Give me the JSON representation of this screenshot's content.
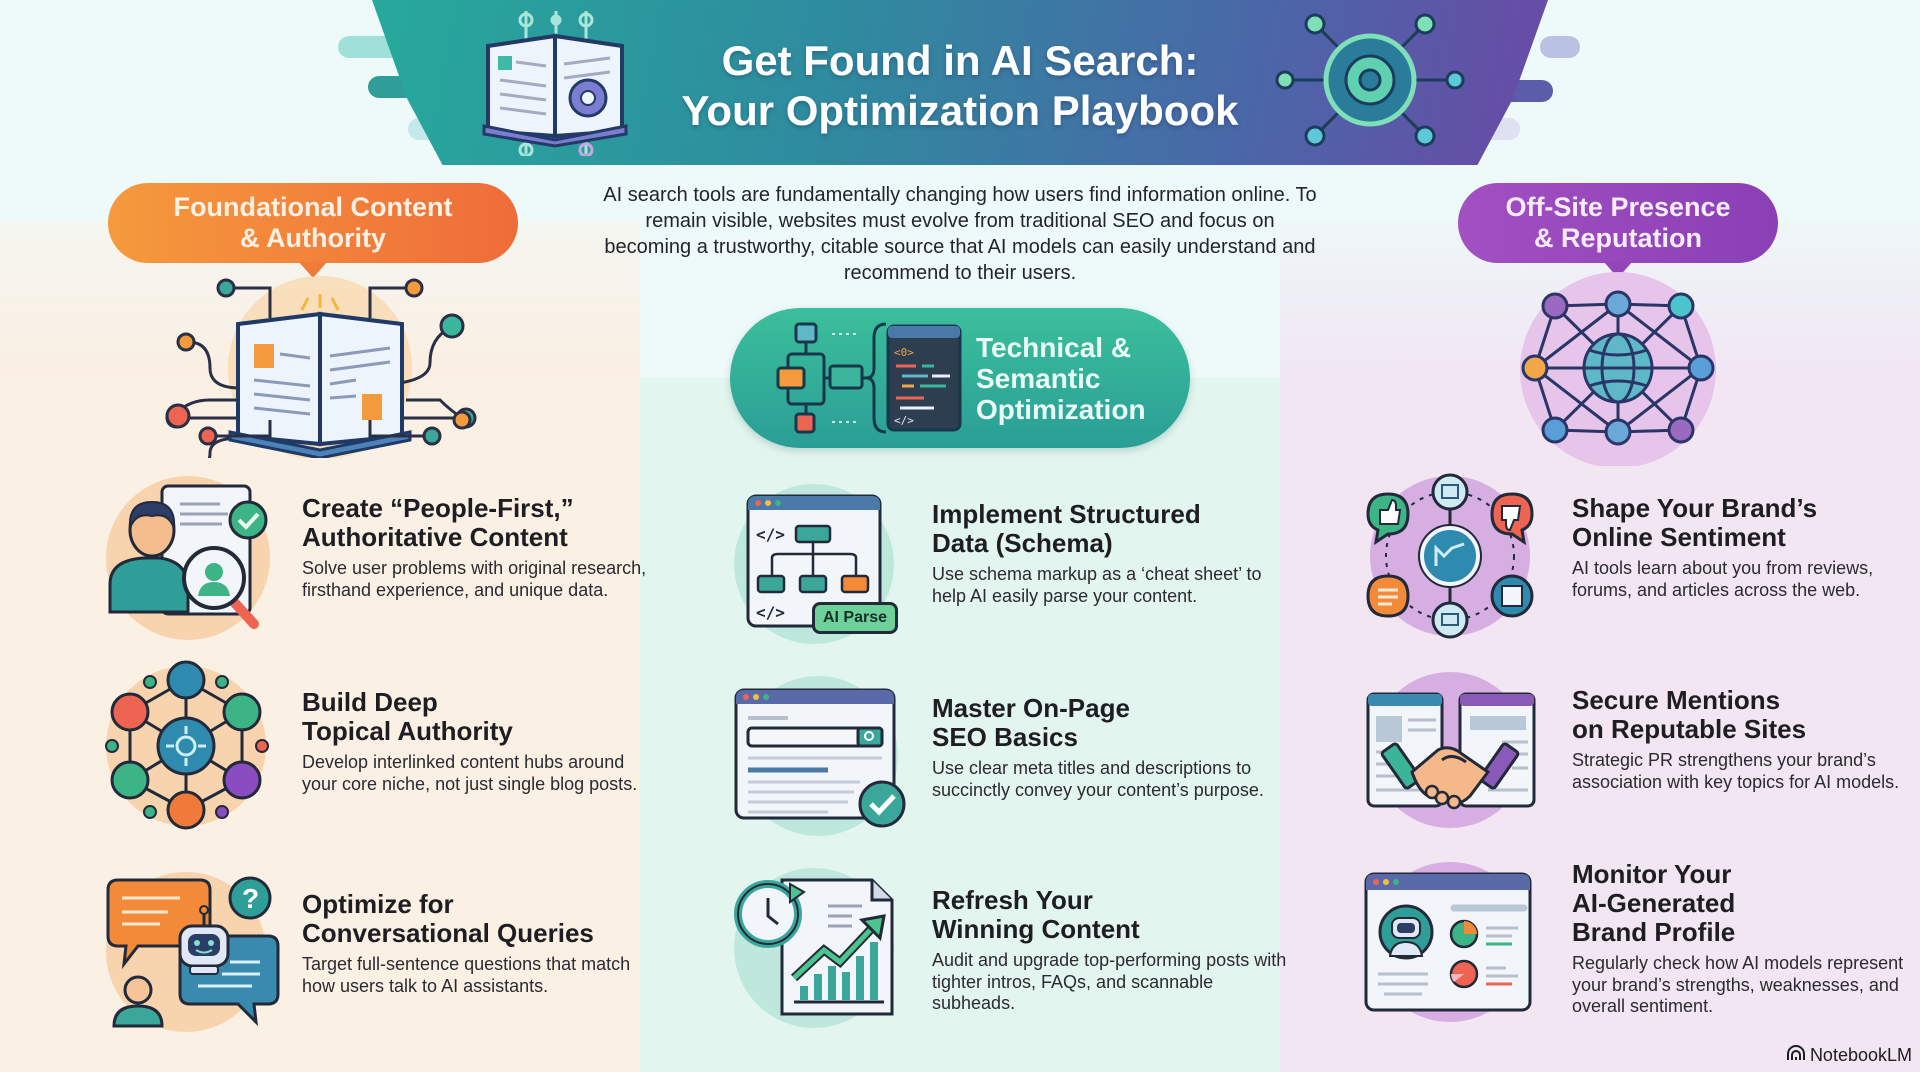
{
  "header": {
    "title_line1": "Get Found in AI Search:",
    "title_line2": "Your Optimization Playbook",
    "left_icon": "open-book-gear-icon",
    "right_icon": "gear-network-icon"
  },
  "intro": {
    "text": "AI search tools are fundamentally changing how users find information online. To remain visible, websites must evolve from traditional SEO and focus on becoming a trustworthy, citable source that AI models can easily understand and recommend to their users."
  },
  "colors": {
    "left_accent": "#F28A3A",
    "mid_accent": "#2FA898",
    "right_accent": "#9446B9",
    "left_bg": "#FBF0E4",
    "mid_bg": "#E3F5EF",
    "right_bg": "#F2E6F3"
  },
  "columns": [
    {
      "heading_line1": "Foundational Content",
      "heading_line2": "& Authority",
      "hero_icon": "open-book-network-icon",
      "items": [
        {
          "icon": "person-document-magnifier-icon",
          "title_line1": "Create “People-First,”",
          "title_line2": "Authoritative Content",
          "desc": "Solve user problems with original research, firsthand experience, and unique data."
        },
        {
          "icon": "topic-hub-network-icon",
          "title_line1": "Build Deep",
          "title_line2": "Topical Authority",
          "desc": "Develop interlinked content hubs around your core niche, not just single blog posts."
        },
        {
          "icon": "chat-bubbles-robot-icon",
          "title_line1": "Optimize for",
          "title_line2": "Conversational Queries",
          "desc": "Target full-sentence questions that match how users talk to AI assistants."
        }
      ]
    },
    {
      "heading_line1": "Technical &",
      "heading_line2": "Semantic",
      "heading_line3": "Optimization",
      "hero_icon": "flowchart-code-window-icon",
      "items": [
        {
          "icon": "schema-tree-window-icon",
          "badge": "AI Parse",
          "title_line1": "Implement Structured",
          "title_line2": "Data (Schema)",
          "desc": "Use schema markup as a ‘cheat sheet’ to help AI easily parse your content."
        },
        {
          "icon": "search-page-check-icon",
          "title_line1": "Master On-Page",
          "title_line2": "SEO Basics",
          "desc": "Use clear meta titles and descriptions to succinctly convey your content’s purpose."
        },
        {
          "icon": "refresh-clock-growth-chart-icon",
          "title_line1": "Refresh Your",
          "title_line2": "Winning Content",
          "desc": "Audit and upgrade top-performing posts with tighter intros, FAQs, and scannable subheads."
        }
      ]
    },
    {
      "heading_line1": "Off-Site Presence",
      "heading_line2": "& Reputation",
      "hero_icon": "globe-network-icon",
      "items": [
        {
          "icon": "sentiment-hub-icon",
          "title_line1": "Shape Your Brand’s",
          "title_line2": "Online Sentiment",
          "desc": "AI tools learn about you from reviews, forums, and articles across the web."
        },
        {
          "icon": "handshake-websites-icon",
          "title_line1": "Secure Mentions",
          "title_line2": "on Reputable Sites",
          "desc": "Strategic PR strengthens your brand’s association with key topics for AI models."
        },
        {
          "icon": "robot-dashboard-icon",
          "title_line1": "Monitor Your",
          "title_line2": "AI-Generated",
          "title_line3": "Brand Profile",
          "desc": "Regularly check how AI models represent your brand’s strengths, weaknesses, and overall sentiment."
        }
      ]
    }
  ],
  "footer": {
    "brand": "NotebookLM",
    "brand_icon": "notebooklm-logo-icon"
  }
}
